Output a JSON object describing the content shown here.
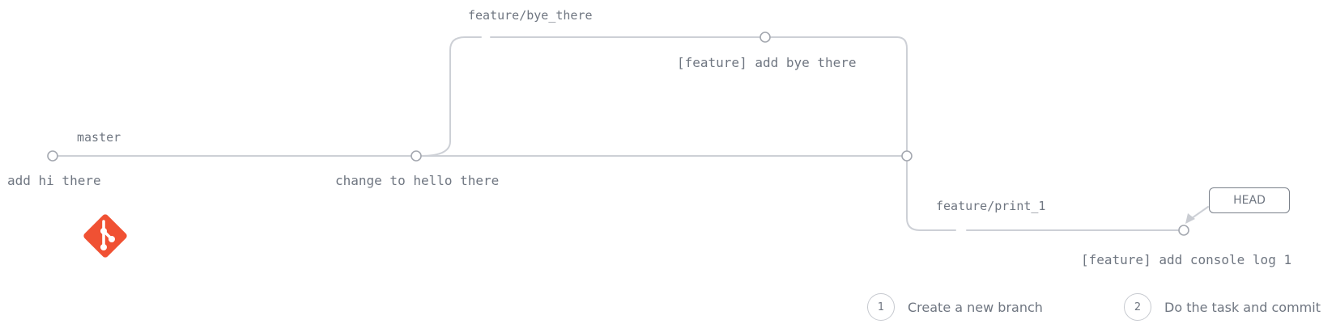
{
  "branches": {
    "master": "master",
    "feature_bye": "feature/bye_there",
    "feature_print": "feature/print_1"
  },
  "commits": {
    "c1": "add hi there",
    "c2": "change to hello there",
    "c3": "[feature] add bye there",
    "c4": "[feature] add console log 1"
  },
  "head": "HEAD",
  "steps": [
    {
      "number": "1",
      "text": "Create a new branch"
    },
    {
      "number": "2",
      "text": "Do the task and commit"
    }
  ],
  "logo": {
    "icon": "git-logo-icon",
    "color": "#f05133"
  },
  "colors": {
    "line": "#c9ccd2",
    "node": "#9ca0a8"
  }
}
